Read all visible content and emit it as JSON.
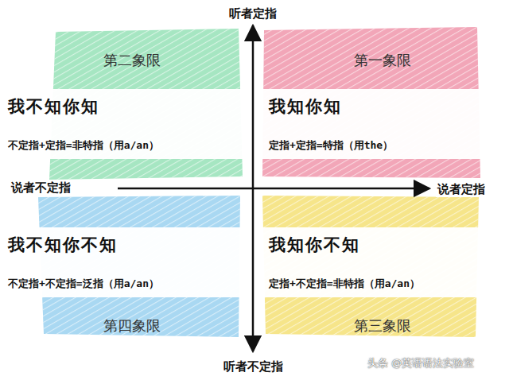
{
  "diagram": {
    "nodes": [
      {
        "text": [
          "我不知你知",
          "不定指+定指=非特指（用a/an）"
        ]
      },
      {
        "text": [
          "我知你知",
          "定指+定指=特指（用the）"
        ]
      },
      {
        "text": [
          "我不知你不知",
          "不定指+不定指=泛指（用a/an）"
        ]
      },
      {
        "text": [
          "我知你不知",
          "定指+不定指=非特指（用a/an）"
        ]
      }
    ],
    "labels": [
      "听者定指",
      "第二象限",
      "第一象限",
      "说者不定指",
      "说者定指",
      "第四象限",
      "第三象限",
      "听者不定指",
      "头条 @英语语法实验室"
    ]
  }
}
